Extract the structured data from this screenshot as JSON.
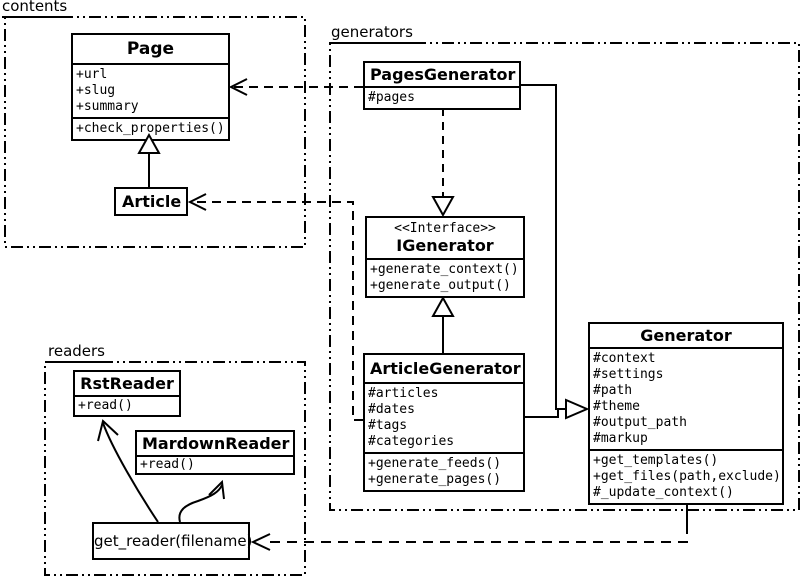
{
  "packages": {
    "contents": {
      "label": "contents"
    },
    "generators": {
      "label": "generators"
    },
    "readers": {
      "label": "readers"
    }
  },
  "classes": {
    "page": {
      "name": "Page",
      "attributes": [
        "+url",
        "+slug",
        "+summary"
      ],
      "methods": [
        "+check_properties()"
      ]
    },
    "article": {
      "name": "Article"
    },
    "pages_generator": {
      "name": "PagesGenerator",
      "attributes": [
        "#pages"
      ]
    },
    "igenerator": {
      "stereotype": "<<Interface>>",
      "name": "IGenerator",
      "methods": [
        "+generate_context()",
        "+generate_output()"
      ]
    },
    "article_generator": {
      "name": "ArticleGenerator",
      "attributes": [
        "#articles",
        "#dates",
        "#tags",
        "#categories"
      ],
      "methods": [
        "+generate_feeds()",
        "+generate_pages()"
      ]
    },
    "generator": {
      "name": "Generator",
      "attributes": [
        "#context",
        "#settings",
        "#path",
        "#theme",
        "#output_path",
        "#markup"
      ],
      "methods": [
        "+get_templates()",
        "+get_files(path,exclude)",
        "#_update_context()"
      ]
    },
    "rst_reader": {
      "name": "RstReader",
      "methods": [
        "+read()"
      ]
    },
    "markdown_reader": {
      "name": "MardownReader",
      "methods": [
        "+read()"
      ]
    },
    "get_reader": {
      "name": "get_reader(filename)"
    }
  },
  "relationships": [
    "Article --|> Page (generalization, solid hollow triangle)",
    "PagesGenerator ..> Page (dashed dependency)",
    "ArticleGenerator ..> Article (dashed dependency)",
    "PagesGenerator ..|> IGenerator (dashed realization, hollow triangle)",
    "ArticleGenerator --|> IGenerator (solid, hollow triangle)",
    "PagesGenerator --|> Generator (solid, hollow triangle)",
    "ArticleGenerator --|> Generator (solid, hollow triangle)",
    "Generator ..> get_reader(filename) (dashed dependency)",
    "get_reader(filename) -> RstReader (curved arrow)",
    "get_reader(filename) -> MardownReader (curved arrow)"
  ],
  "colors": {
    "line": "#000000",
    "background": "#ffffff",
    "box_fill": "#ffffff"
  }
}
